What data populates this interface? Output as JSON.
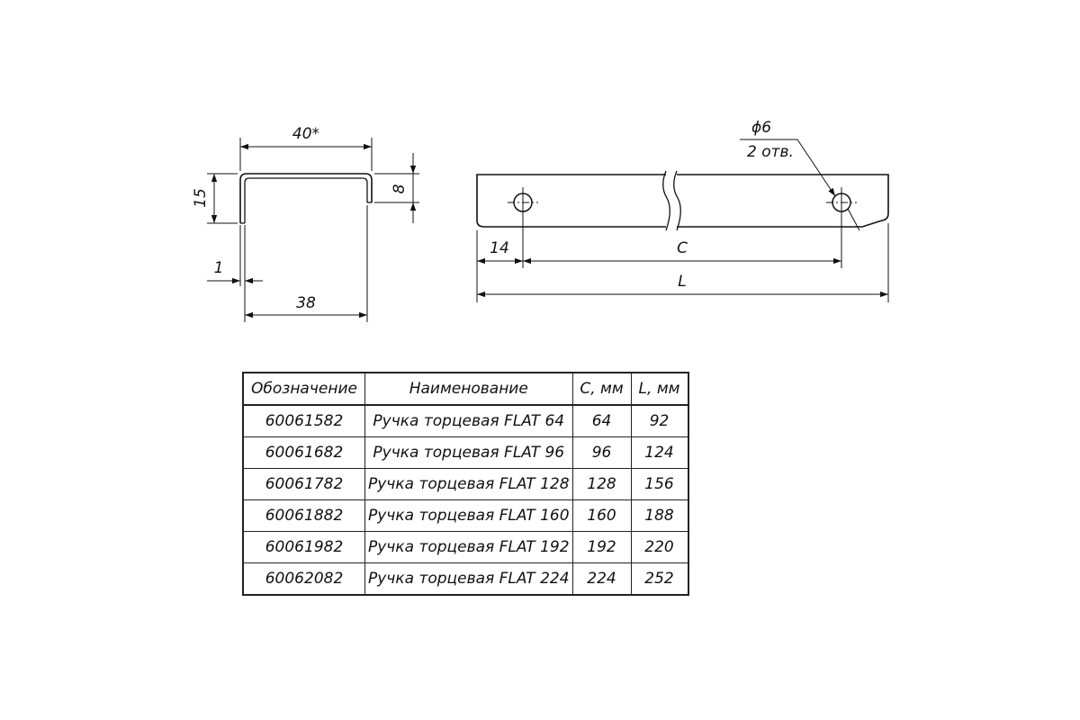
{
  "drawing": {
    "profile_view": {
      "width_top": "40*",
      "height_outer": "15",
      "height_inner": "8",
      "thickness": "1",
      "width_bottom": "38"
    },
    "top_view": {
      "hole_diameter": "ϕ6",
      "hole_count": "2 отв.",
      "edge_offset": "14",
      "center_distance": "C",
      "total_length": "L"
    }
  },
  "spec_table": {
    "headers": {
      "code": "Обозначение",
      "name": "Наименование",
      "c": "C, мм",
      "l": "L, мм"
    },
    "rows": [
      {
        "code": "60061582",
        "name": "Ручка торцевая FLAT 64",
        "c": "64",
        "l": "92"
      },
      {
        "code": "60061682",
        "name": "Ручка торцевая FLAT 96",
        "c": "96",
        "l": "124"
      },
      {
        "code": "60061782",
        "name": "Ручка торцевая FLAT 128",
        "c": "128",
        "l": "156"
      },
      {
        "code": "60061882",
        "name": "Ручка торцевая FLAT 160",
        "c": "160",
        "l": "188"
      },
      {
        "code": "60061982",
        "name": "Ручка торцевая FLAT 192",
        "c": "192",
        "l": "220"
      },
      {
        "code": "60062082",
        "name": "Ручка торцевая FLAT 224",
        "c": "224",
        "l": "252"
      }
    ]
  }
}
